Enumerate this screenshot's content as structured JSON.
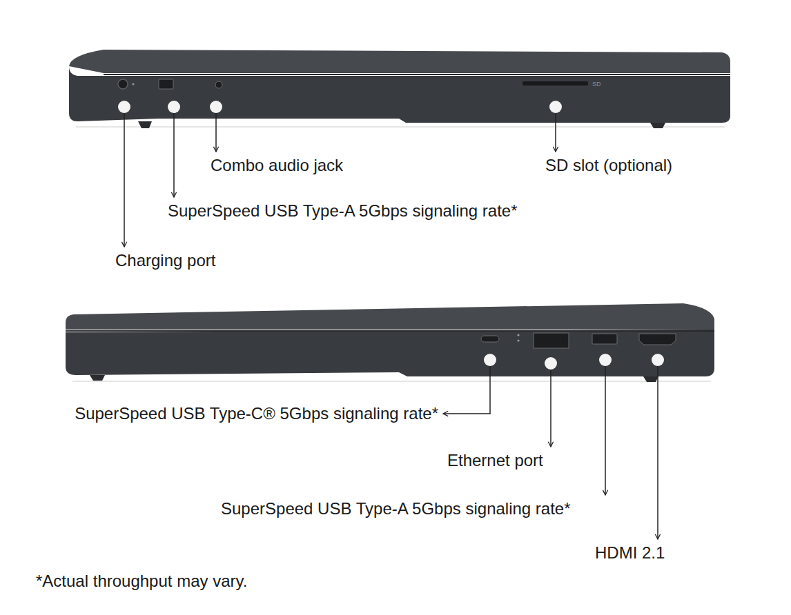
{
  "diagram": {
    "labels": [
      "SD",
      "Combo audio jack",
      "SD slot (optional)",
      "SuperSpeed USB Type-A 5Gbps signaling rate*",
      "Charging port",
      "SuperSpeed USB Type-C® 5Gbps signaling rate*",
      "Ethernet port",
      "SuperSpeed USB Type-A 5Gbps signaling rate*",
      "HDMI 2.1",
      "*Actual throughput may vary."
    ]
  }
}
